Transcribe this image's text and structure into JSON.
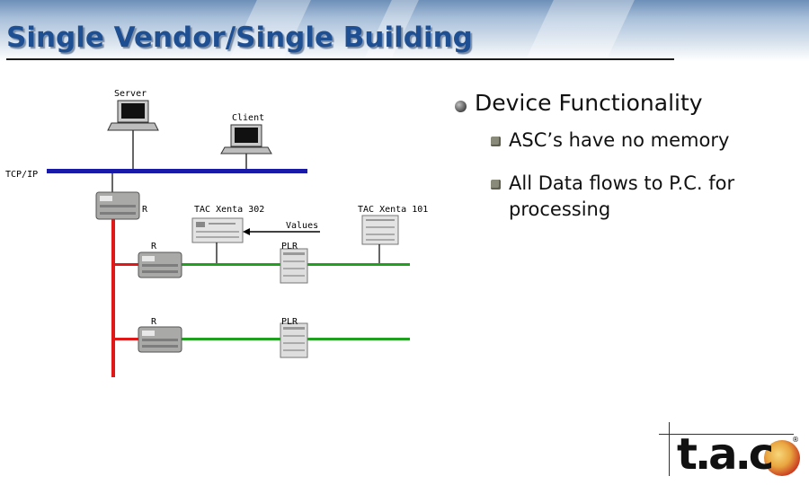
{
  "slide": {
    "title": "Single Vendor/Single Building"
  },
  "diagram": {
    "labels": {
      "server": "Server",
      "client": "Client",
      "tcpip": "TCP/IP",
      "r1": "R",
      "r2": "R",
      "r3": "R",
      "xenta302": "TAC Xenta 302",
      "xenta101": "TAC Xenta 101",
      "values": "Values",
      "plr1": "PLR",
      "plr2": "PLR"
    },
    "colors": {
      "network": "#1a1aa8",
      "bus": "#e01818",
      "field": "#1fa01f",
      "link": "#000000"
    }
  },
  "bullets": {
    "heading": "Device Functionality",
    "items": [
      "ASC’s have no memory",
      "All Data flows to P.C. for processing"
    ]
  },
  "logo": {
    "text": "t.a.c",
    "mark": "®"
  }
}
